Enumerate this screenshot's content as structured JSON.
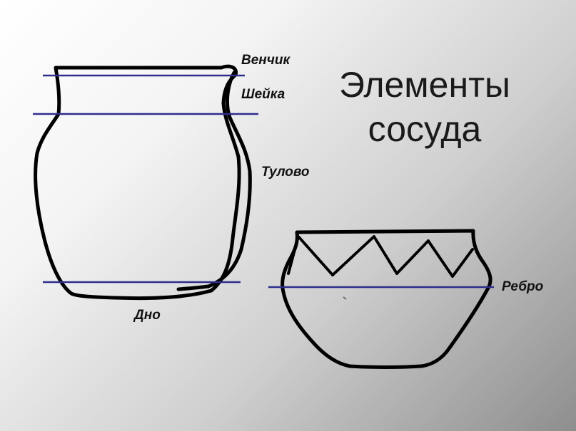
{
  "title": {
    "line1": "Элементы",
    "line2": "сосуда"
  },
  "labels": {
    "rim": "Венчик",
    "neck": "Шейка",
    "body": "Тулово",
    "bottom": "Дно",
    "rib": "Ребро"
  },
  "colors": {
    "outline": "#000000",
    "marker_line": "#2e2e8c"
  }
}
